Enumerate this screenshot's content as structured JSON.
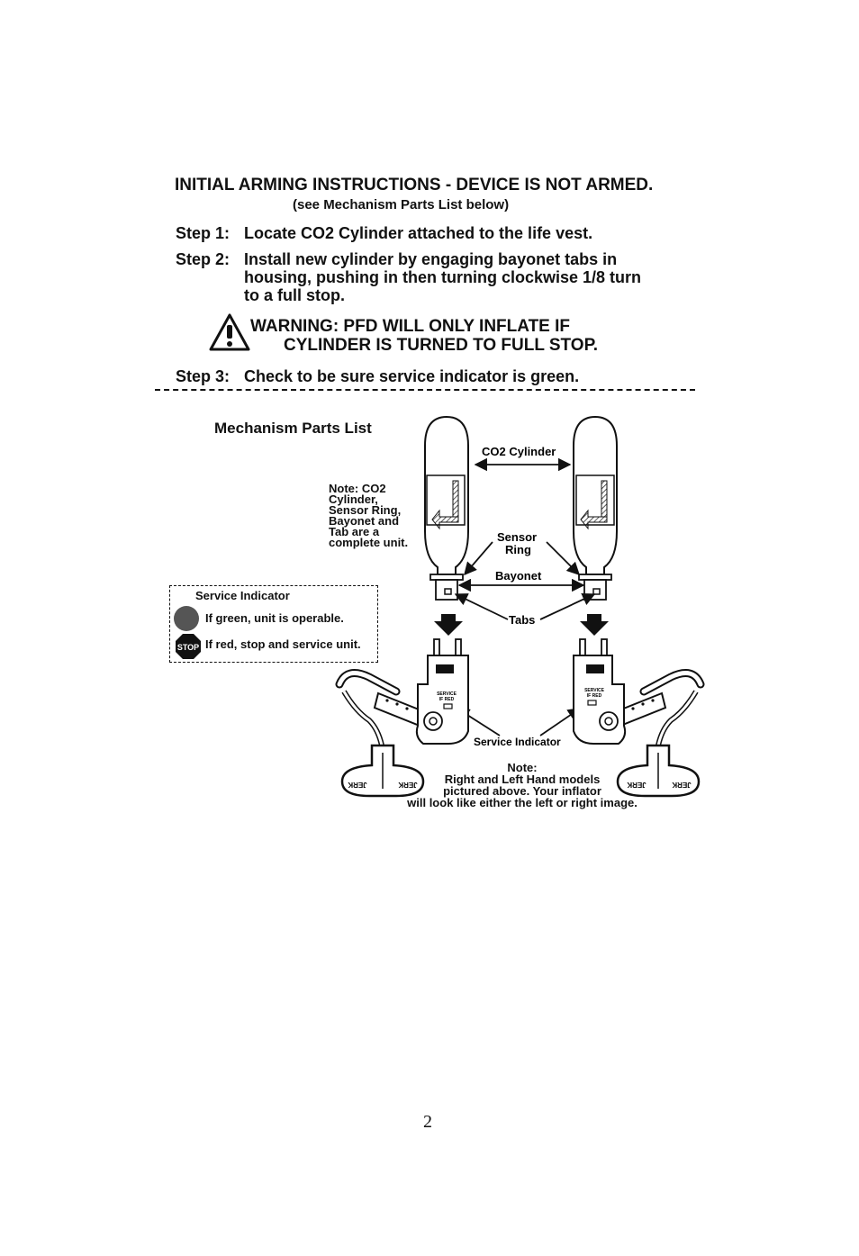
{
  "title": "INITIAL ARMING INSTRUCTIONS - DEVICE IS NOT ARMED.",
  "subtitle": "(see Mechanism Parts List below)",
  "steps": [
    {
      "label": "Step 1:",
      "lines": [
        "Locate CO2 Cylinder attached to the life vest."
      ]
    },
    {
      "label": "Step 2:",
      "lines": [
        "Install new cylinder by engaging bayonet tabs in",
        "housing, pushing in then turning clockwise 1/8 turn",
        "to a full stop."
      ]
    },
    {
      "label": "Step 3:",
      "lines": [
        "Check to be sure service indicator is green."
      ]
    }
  ],
  "warning": {
    "line1": "WARNING:  PFD WILL ONLY INFLATE IF",
    "line2": "CYLINDER IS TURNED TO FULL STOP."
  },
  "parts_list": {
    "title": "Mechanism Parts List",
    "labels": {
      "co2_cylinder": "CO2 Cylinder",
      "sensor_ring_1": "Sensor",
      "sensor_ring_2": "Ring",
      "bayonet": "Bayonet",
      "tabs": "Tabs",
      "service_indicator": "Service Indicator"
    },
    "note_unit": [
      "Note:  CO2",
      "Cylinder,",
      "Sensor Ring,",
      "Bayonet and",
      "Tab are a",
      "complete unit."
    ],
    "note_models": [
      "Note:",
      "Right and Left Hand models",
      "pictured above.  Your inflator",
      "will look like either the left or right image."
    ],
    "service_box": {
      "title": "Service Indicator",
      "green_text": "If green, unit is operable.",
      "red_text": "If red, stop and service unit.",
      "stop_text": "STOP"
    },
    "housing_text_1": "SERVICE",
    "housing_text_2": "IF RED",
    "handle_text": "JERK"
  },
  "page_number": "2",
  "colors": {
    "ink": "#111111",
    "green_indicator": "#555555"
  }
}
